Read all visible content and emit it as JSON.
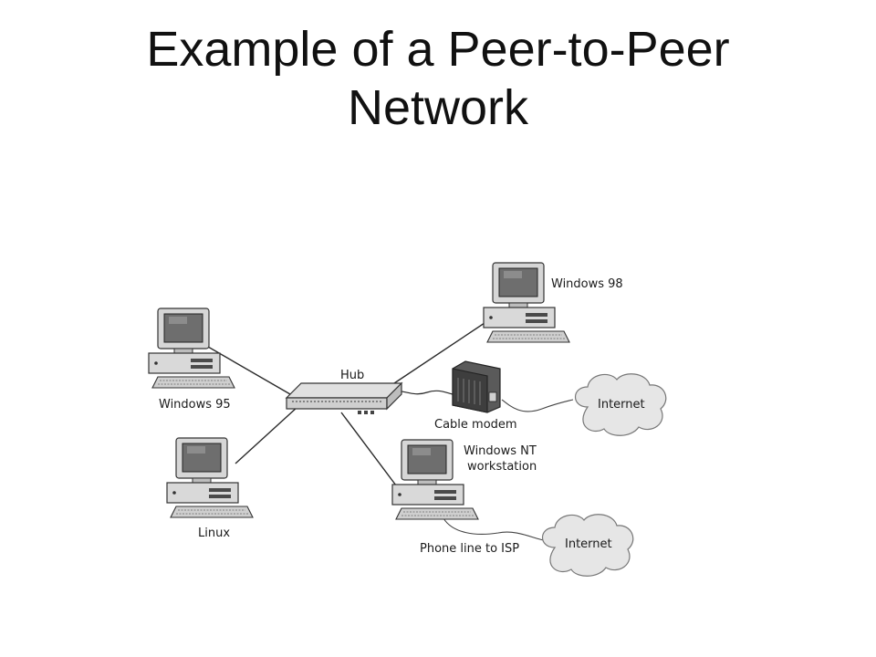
{
  "title": {
    "line1": "Example of a Peer-to-Peer",
    "line2": "Network"
  },
  "diagram": {
    "nodes": {
      "windows95": "Windows 95",
      "linux": "Linux",
      "hub": "Hub",
      "windows98": "Windows 98",
      "cable_modem": "Cable modem",
      "windows_nt_line1": "Windows NT",
      "windows_nt_line2": "workstation",
      "internet_top": "Internet",
      "internet_bottom": "Internet",
      "phone_line": "Phone line to ISP"
    },
    "icons": [
      "computer-icon",
      "hub-icon",
      "cable-modem-icon",
      "cloud-icon"
    ],
    "colors": {
      "line": "#2a2a2a",
      "device_fill": "#d9d9d9",
      "device_dark": "#4a4a4a",
      "screen": "#6e6e6e",
      "cloud": "#e6e6e6"
    }
  }
}
